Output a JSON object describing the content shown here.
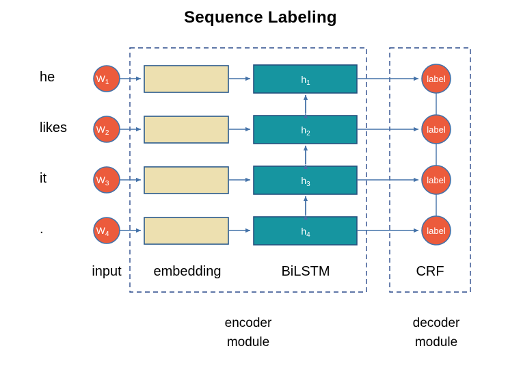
{
  "title": "Sequence Labeling",
  "colors": {
    "word_circle_fill": "#EC5B3C",
    "word_circle_stroke": "#4472A8",
    "embedding_fill": "#EDE0B0",
    "embedding_stroke": "#2A5A8C",
    "bilstm_fill": "#1695A0",
    "bilstm_stroke": "#25507E",
    "label_circle_fill": "#EC5B3C",
    "label_circle_stroke": "#4472A8",
    "arrow": "#4472A8",
    "dashed_box": "#2A4A8C",
    "text": "#000000",
    "node_text": "#FFFFFF"
  },
  "rows": [
    {
      "word": "he",
      "token": {
        "base": "W",
        "sub": "1"
      },
      "embedding": "",
      "hidden": "h1",
      "label": "label"
    },
    {
      "word": "likes",
      "token": {
        "base": "W",
        "sub": "2"
      },
      "embedding": "",
      "hidden": "h2",
      "label": "label"
    },
    {
      "word": "it",
      "token": {
        "base": "W",
        "sub": "3"
      },
      "embedding": "",
      "hidden": "h3",
      "label": "label"
    },
    {
      "word": ".",
      "token": {
        "base": "W",
        "sub": "4"
      },
      "embedding": "",
      "hidden": "h4",
      "label": "label"
    }
  ],
  "columns": {
    "input": "input",
    "embedding": "embedding",
    "bilstm": "BiLSTM",
    "crf": "CRF"
  },
  "modules": {
    "encoder": {
      "line1": "encoder",
      "line2": "module"
    },
    "decoder": {
      "line1": "decoder",
      "line2": "module"
    }
  },
  "icons": {
    "arrow_right": "arrow-right-icon",
    "arrow_bidirectional": "arrow-bidirectional-icon",
    "connector_line": "connector-line-icon"
  }
}
